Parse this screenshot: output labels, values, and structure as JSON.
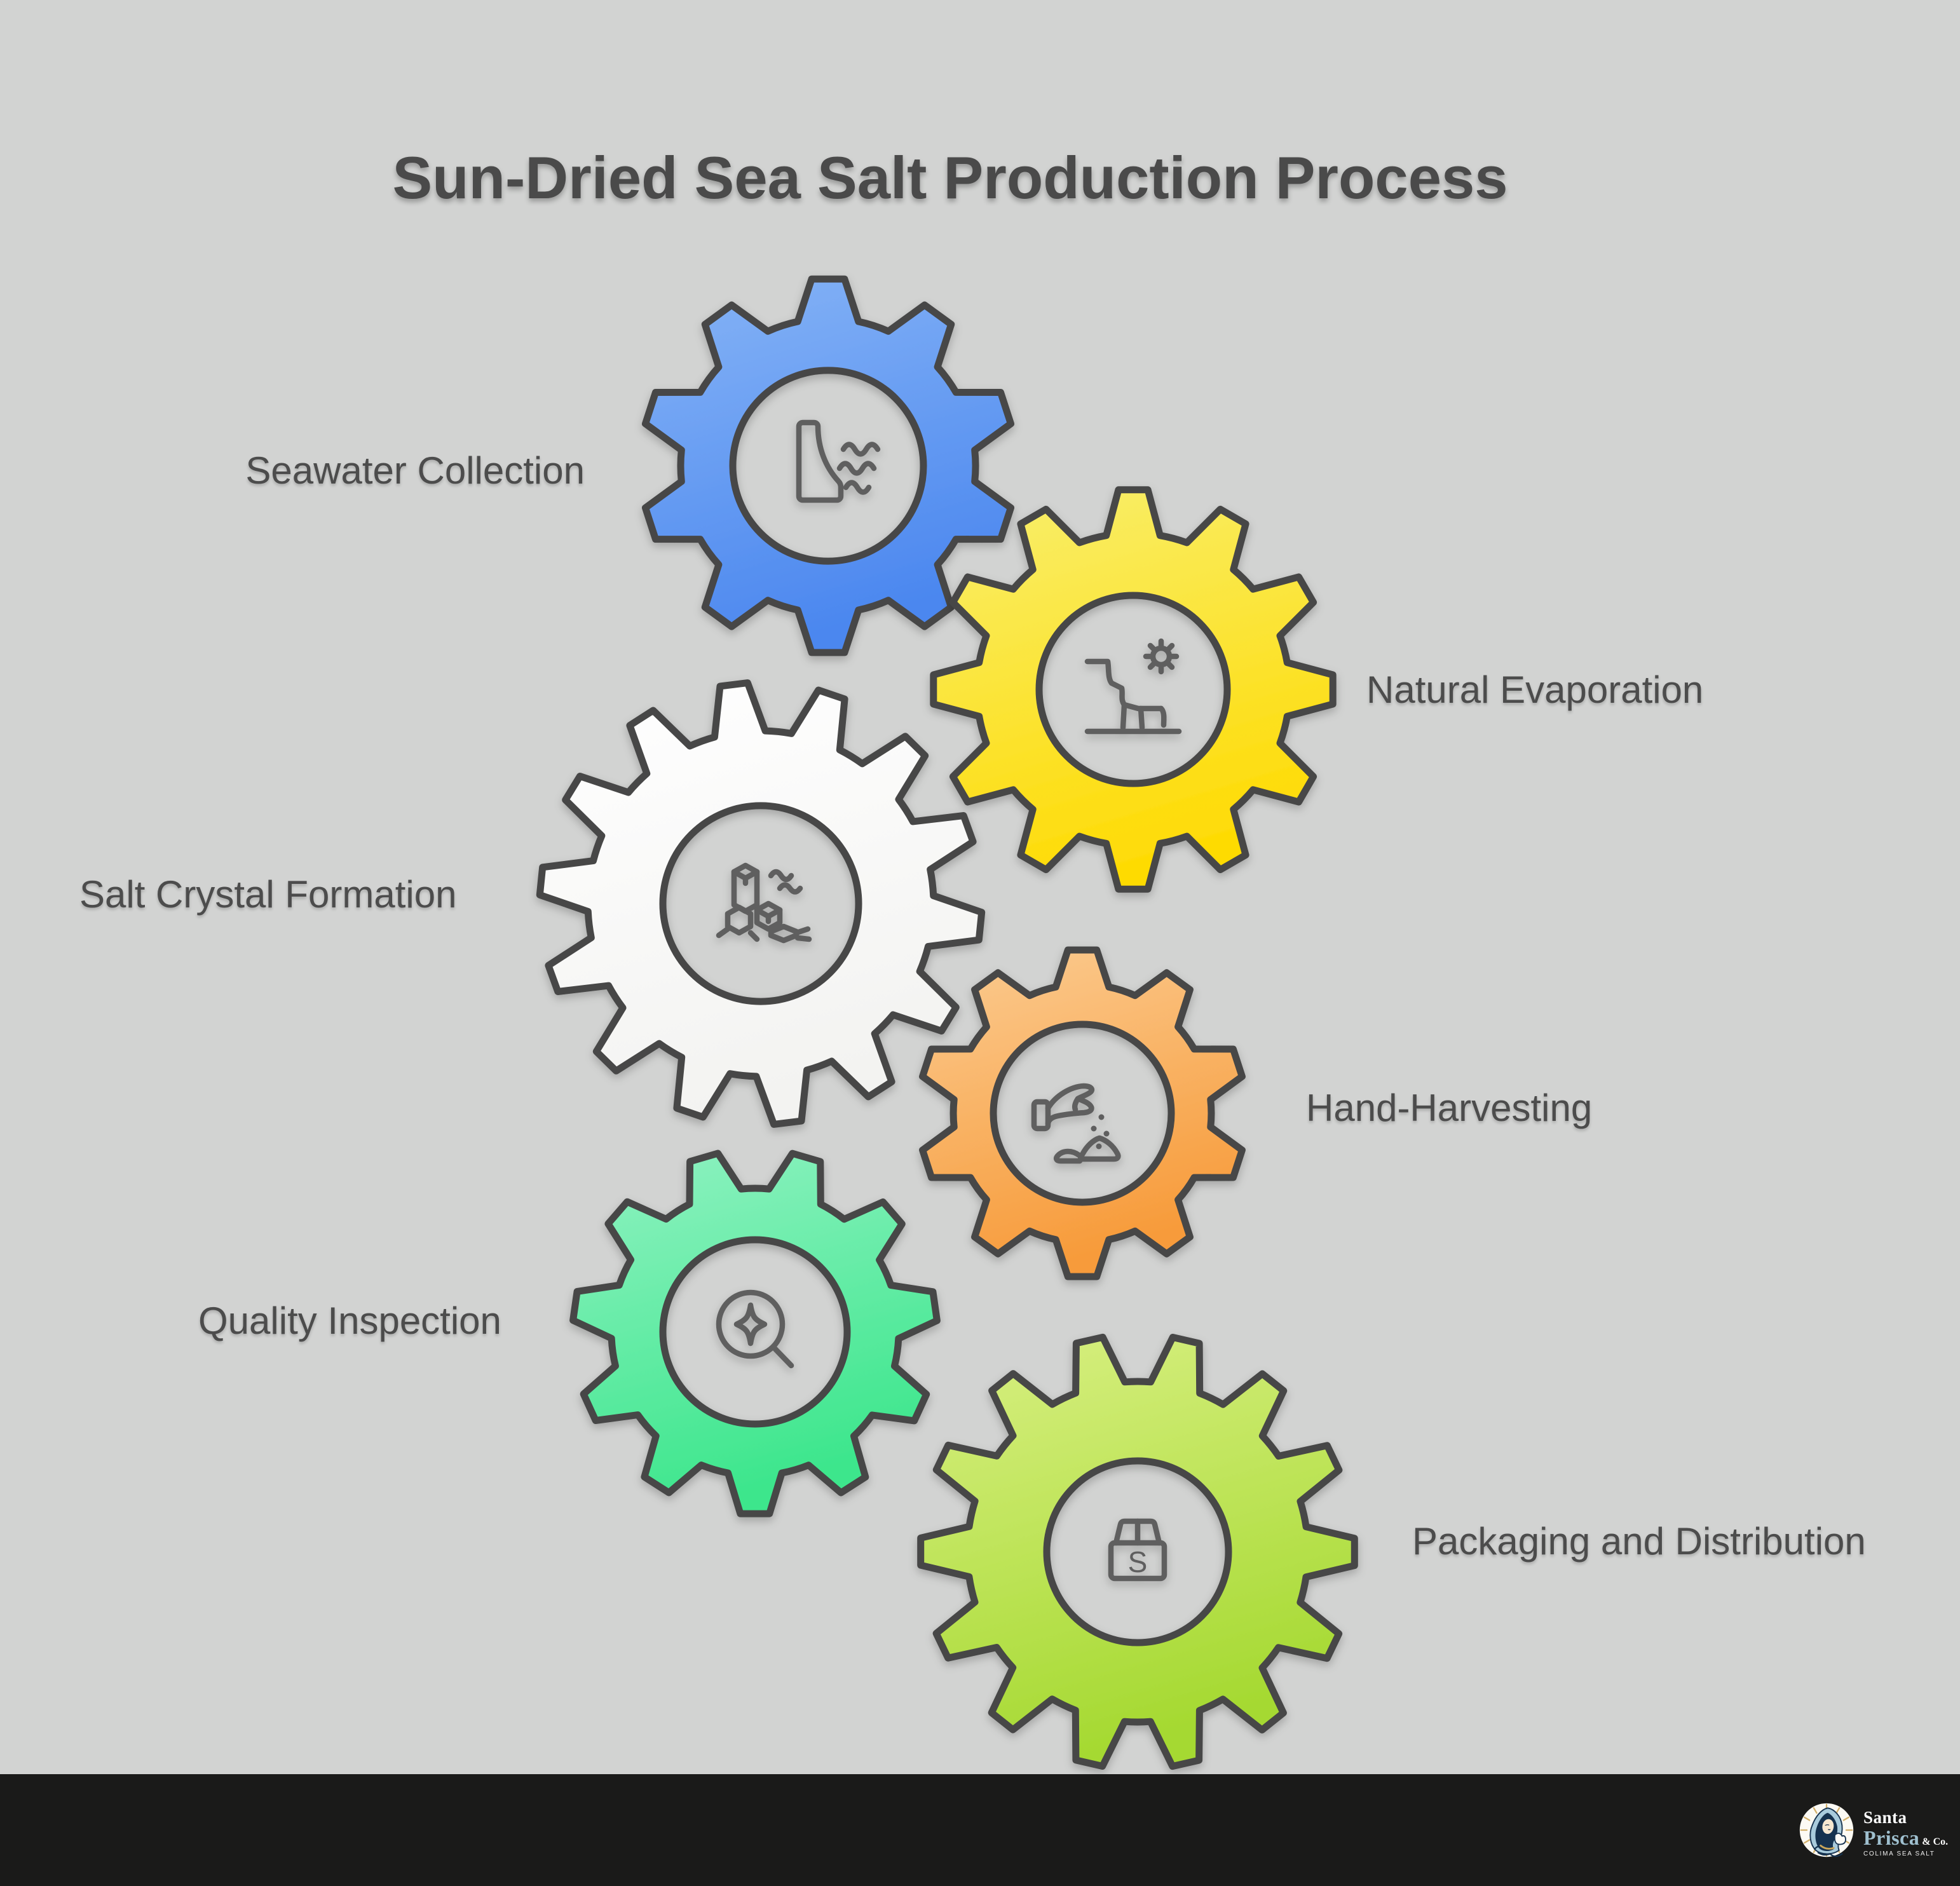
{
  "title": "Sun-Dried Sea Salt Production Process",
  "colors": {
    "background": "#d2d3d2",
    "outline": "#464646",
    "icon_stroke": "#5f5f5f",
    "title_text": "#4a4a4a",
    "label_text": "#4c4c4c",
    "footer_background": "#1a1a19"
  },
  "steps": [
    {
      "label": "Seawater Collection",
      "icon": "dam-waves-icon",
      "gear_color_light": "#86b4f6",
      "gear_color_dark": "#4b87ef"
    },
    {
      "label": "Natural Evaporation",
      "icon": "salt-terraces-sun-icon",
      "gear_color_light": "#f8ef6f",
      "gear_color_dark": "#fedb05"
    },
    {
      "label": "Salt Crystal Formation",
      "icon": "salt-crystals-icon",
      "gear_color_light": "#ffffff",
      "gear_color_dark": "#f3f3f1"
    },
    {
      "label": "Hand-Harvesting",
      "icon": "hand-sprinkling-salt-icon",
      "gear_color_light": "#fbcc92",
      "gear_color_dark": "#f79b3a"
    },
    {
      "label": "Quality Inspection",
      "icon": "magnifier-sparkle-icon",
      "gear_color_light": "#90f2c2",
      "gear_color_dark": "#3ce68c"
    },
    {
      "label": "Packaging and Distribution",
      "icon": "package-box-icon",
      "gear_color_light": "#d9f083",
      "gear_color_dark": "#a5d931",
      "box_letter": "S"
    }
  ],
  "footer": {
    "logo": {
      "name": "santa-prisca-madonna-logo",
      "line1": "Santa",
      "line2": "Prisca",
      "suffix": "& Co.",
      "tagline": "COLIMA SEA SALT",
      "line2_color": "#9fc0cf"
    }
  }
}
